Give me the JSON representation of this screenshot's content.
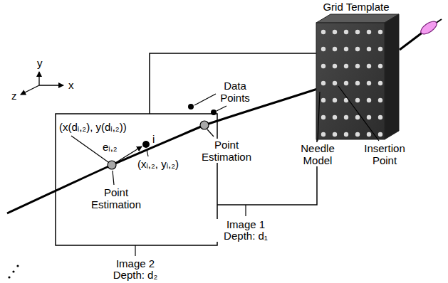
{
  "diagram": {
    "labels": [
      "Grid Template",
      "y",
      "x",
      "z",
      "Data Points",
      "Point Estimation",
      "Image 1 Depth: d₁",
      "Needle Model",
      "Insertion Point",
      "(x(dᵢ,₂), y(dᵢ,₂))",
      "eᵢ,₂",
      "i",
      "(xᵢ,₂, yᵢ,₂)",
      "Point Estimation",
      "Image 2 Depth: d₂"
    ]
  }
}
